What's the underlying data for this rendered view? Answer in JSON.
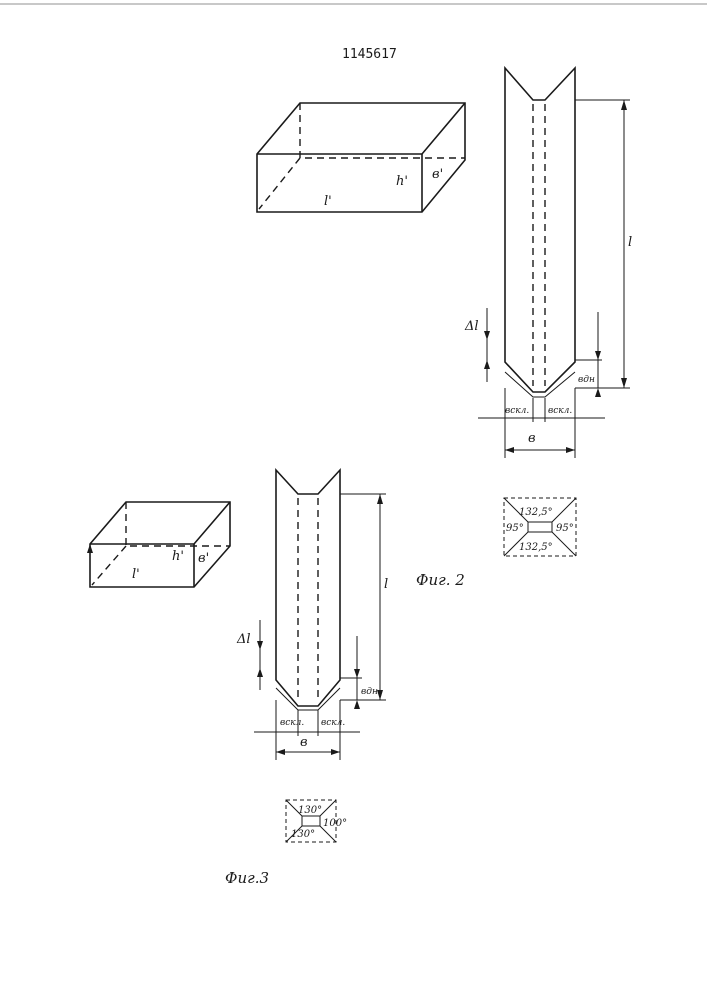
{
  "document": {
    "patent_number": "1145617"
  },
  "figure_2": {
    "caption": "Фиг. 2",
    "blank": {
      "length": "l'",
      "height": "h'",
      "width": "в'"
    },
    "folded": {
      "length": "l",
      "delta_length": "Δl",
      "bottom_width": "вдн",
      "fold_width_left": "вскл.",
      "fold_width_right": "вскл.",
      "total_width": "в"
    },
    "bottom_pattern": {
      "angle_top": "132,5°",
      "angle_bottom": "132,5°",
      "angle_left": "95°",
      "angle_right": "95°"
    }
  },
  "figure_3": {
    "caption": "Фиг.3",
    "blank": {
      "length": "l'",
      "height": "h'",
      "width": "в'"
    },
    "folded": {
      "length": "l",
      "delta_length": "Δl",
      "bottom_width": "вдн",
      "fold_width_left": "вскл.",
      "fold_width_right": "вскл.",
      "total_width": "в"
    },
    "bottom_pattern": {
      "angle_top": "130°",
      "angle_bottom": "130°",
      "angle_right": "100°"
    }
  }
}
